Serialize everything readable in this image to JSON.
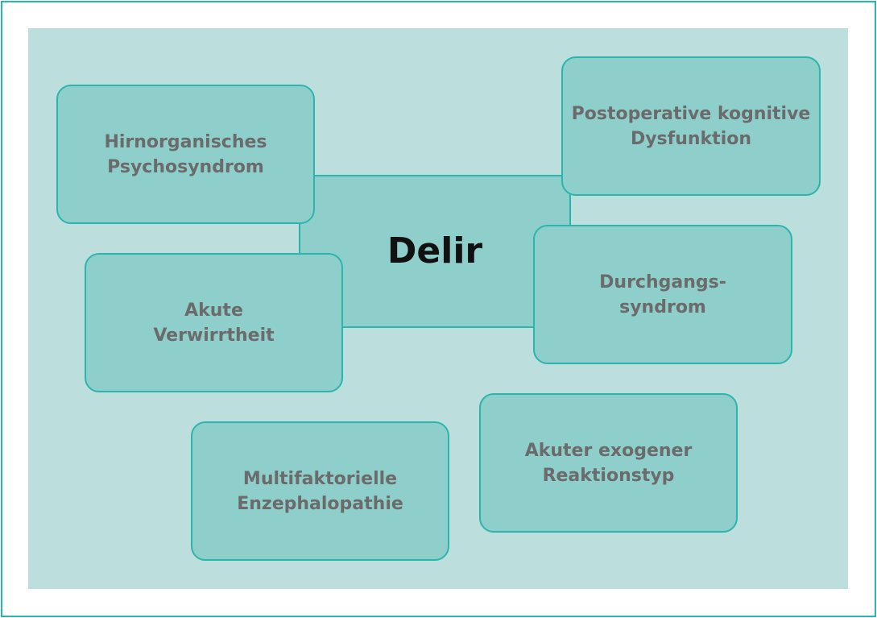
{
  "center": {
    "label": "Delir"
  },
  "synonyms": [
    {
      "id": "hirnorganisches",
      "label": "Hirnorganisches\nPsychosyndrom"
    },
    {
      "id": "postoperative",
      "label": "Postoperative kognitive\nDysfunktion"
    },
    {
      "id": "akute-verwirrtheit",
      "label": "Akute\nVerwirrtheit"
    },
    {
      "id": "durchgangssyndrom",
      "label": "Durchgangs-\nsyndrom"
    },
    {
      "id": "multifaktorielle",
      "label": "Multifaktorielle\nEnzephalopathie"
    },
    {
      "id": "akuter-exogener",
      "label": "Akuter exogener\nReaktionstyp"
    }
  ],
  "colors": {
    "border": "#2bb5ad",
    "panel": "#bcdfde",
    "box": "#8ecfcc",
    "box_text": "#6b6b6b",
    "center_text": "#111111"
  }
}
